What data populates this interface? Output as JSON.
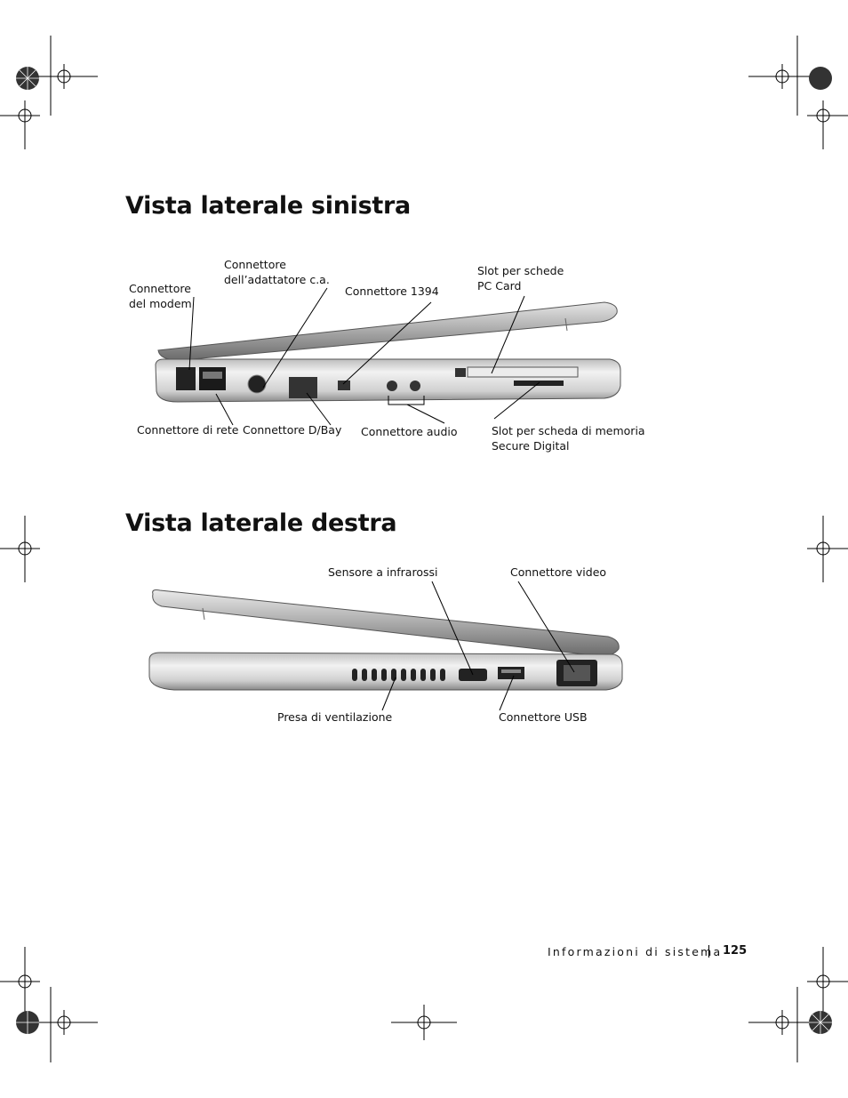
{
  "sections": [
    {
      "title": "Vista laterale sinistra"
    },
    {
      "title": "Vista laterale destra"
    }
  ],
  "left_labels": {
    "modem_1": "Connettore",
    "modem_2": "del modem",
    "adapter_1": "Connettore",
    "adapter_2": "dell’adattatore c.a.",
    "c1394": "Connettore 1394",
    "pccard_1": "Slot per schede",
    "pccard_2": "PC Card",
    "network": "Connettore di rete",
    "dbay": "Connettore D/Bay",
    "audio": "Connettore audio",
    "sd_1": "Slot per scheda di memoria",
    "sd_2": "Secure Digital"
  },
  "right_labels": {
    "infrared": "Sensore a infrarossi",
    "video": "Connettore video",
    "vent": "Presa di ventilazione",
    "usb": "Connettore USB"
  },
  "footer": {
    "section": "Informazioni di sistema",
    "page": "125"
  }
}
